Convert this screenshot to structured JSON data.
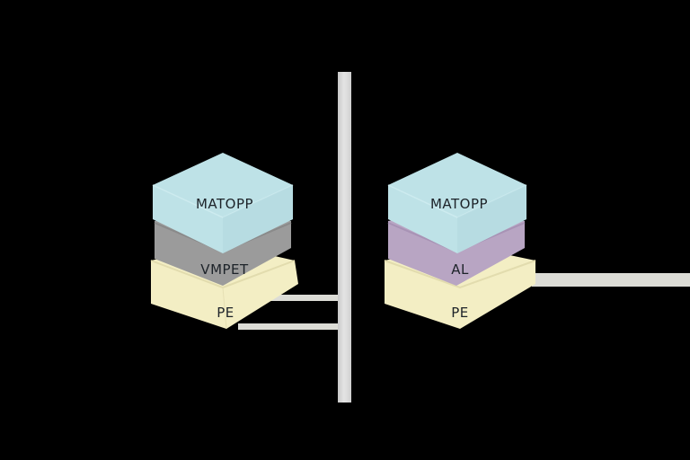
{
  "diagram": {
    "type": "layer-stack-comparison",
    "stacks": [
      {
        "id": "left",
        "layers": [
          {
            "label": "MATOPP",
            "color": "#bfe3e8",
            "position": "top"
          },
          {
            "label": "VMPET",
            "color": "#9a9a9a",
            "position": "middle"
          },
          {
            "label": "PE",
            "color": "#f4efc6",
            "position": "bottom"
          }
        ]
      },
      {
        "id": "right",
        "layers": [
          {
            "label": "MATOPP",
            "color": "#bfe3e8",
            "position": "top"
          },
          {
            "label": "AL",
            "color": "#b9a6c4",
            "position": "middle"
          },
          {
            "label": "PE",
            "color": "#f4efc6",
            "position": "bottom"
          }
        ]
      }
    ],
    "divider_color": "#d9d9d9",
    "background": "#000000"
  }
}
